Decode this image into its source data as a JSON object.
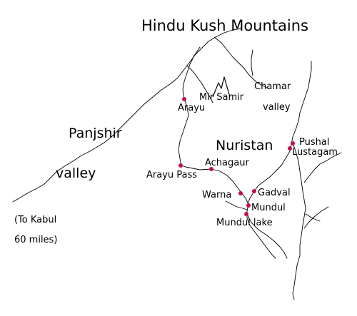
{
  "labels": {
    "hindu_kush": "Hindu Kush Mountains",
    "panjshir": "Panjshir",
    "valley": "valley",
    "nuristan": "Nuristan",
    "mir_samir": "Mir Samir",
    "chamar": "Chamar",
    "chamar_valley": "valley",
    "arayu": "Arayu",
    "arayu_pass": "Arayu Pass",
    "achagaur": "Achagaur",
    "pushal": "Pushal",
    "lustagam": "Lustagam",
    "warna": "Warna",
    "gadval": "Gadval",
    "mundul": "Mundul",
    "mundul_lake": "Mundul lake",
    "to_kabul": "(To Kabul",
    "sixty_miles": "60 miles)"
  },
  "colors": {
    "marker": "#c0104a",
    "line": "#000000",
    "background": "#ffffff"
  },
  "icons": {
    "mountain": "mountain-peak-icon",
    "village": "village-dot-icon"
  }
}
